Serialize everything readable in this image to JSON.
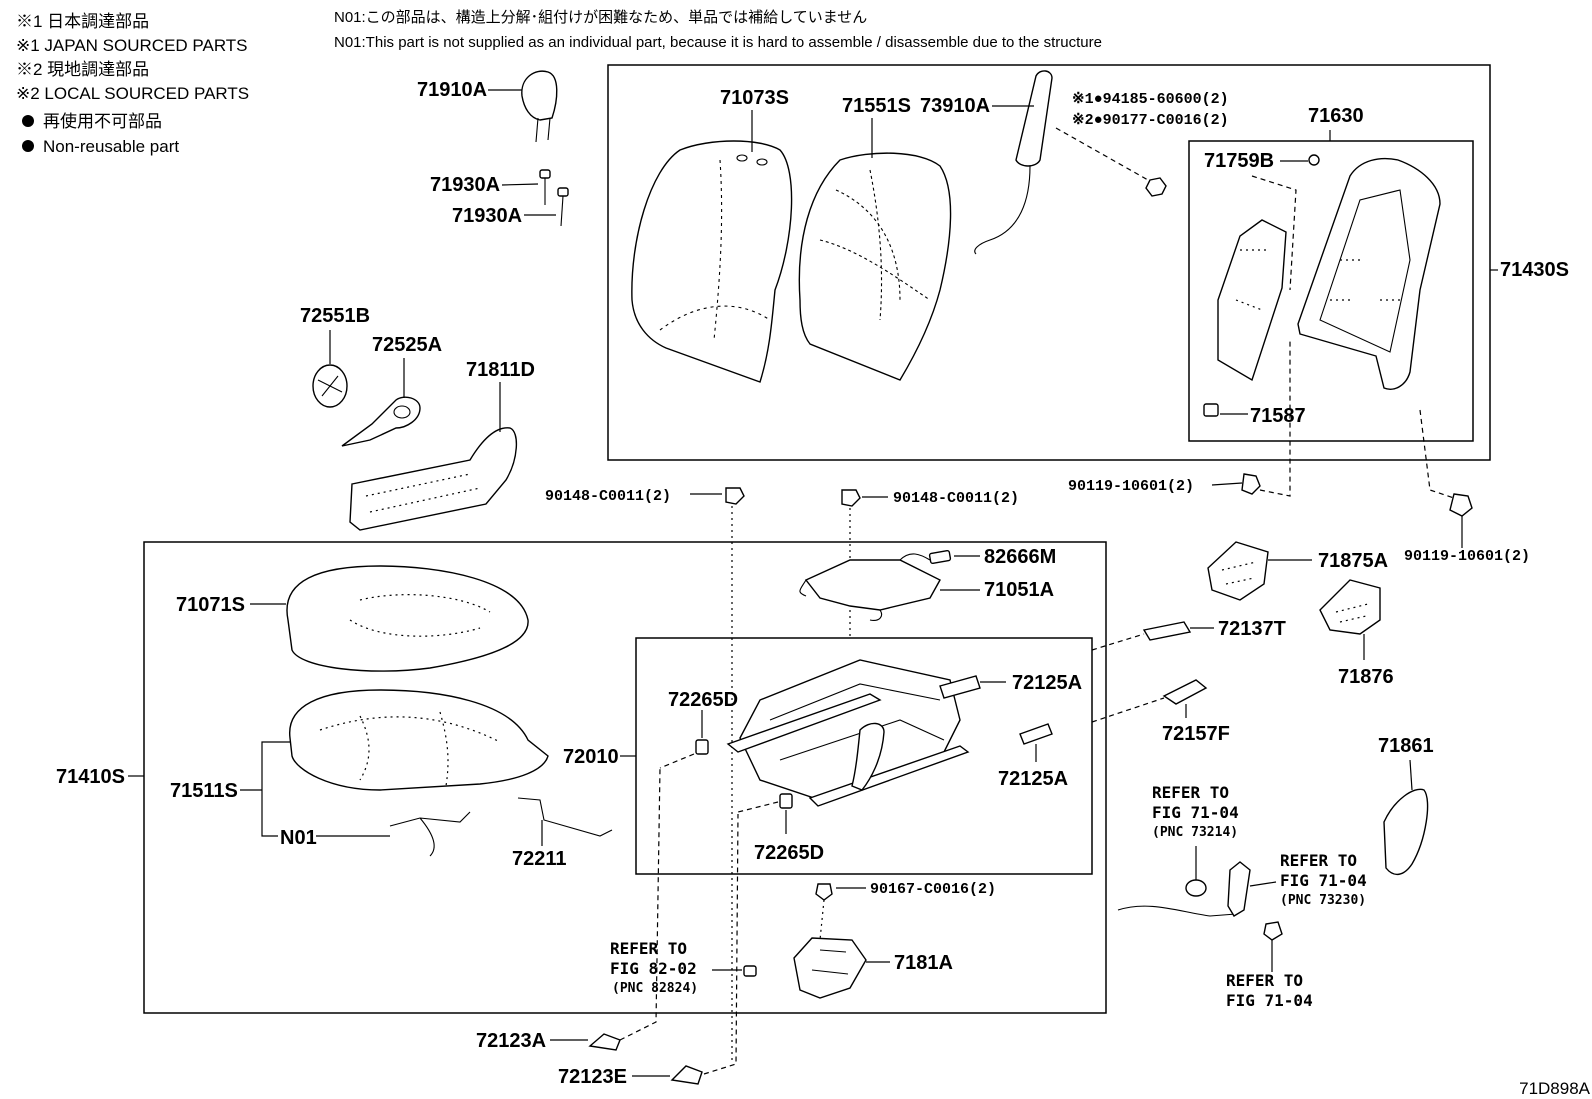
{
  "legend": {
    "japan_jp": "※1 日本調達部品",
    "japan_en": "※1 JAPAN SOURCED PARTS",
    "local_jp": "※2 現地調達部品",
    "local_en": "※2 LOCAL SOURCED PARTS",
    "nonreuse_jp": "再使用不可部品",
    "nonreuse_en": "Non-reusable part"
  },
  "notes": {
    "n01_jp": "N01:この部品は、構造上分解･組付けが困難なため、単品では補給していません",
    "n01_en": "N01:This part is not supplied as an individual part, because it is hard to assemble / disassemble due to the structure"
  },
  "parts": {
    "p71910A": "71910A",
    "p71930A_1": "71930A",
    "p71930A_2": "71930A",
    "p72551B": "72551B",
    "p72525A": "72525A",
    "p71811D": "71811D",
    "p71073S": "71073S",
    "p71551S": "71551S",
    "p73910A": "73910A",
    "p94185": "※1●94185-60600(2)",
    "p90177": "※2●90177-C0016(2)",
    "p71630": "71630",
    "p71759B": "71759B",
    "p71430S": "71430S",
    "p71587": "71587",
    "p90119a": "90119-10601(2)",
    "p90119b": "90119-10601(2)",
    "p90148a": "90148-C0011(2)",
    "p90148b": "90148-C0011(2)",
    "p82666M": "82666M",
    "p71051A": "71051A",
    "p71875A": "71875A",
    "p71876": "71876",
    "p72137T": "72137T",
    "p72125A_1": "72125A",
    "p72125A_2": "72125A",
    "p72157F": "72157F",
    "p71071S": "71071S",
    "p71410S": "71410S",
    "p71511S": "71511S",
    "pN01": "N01",
    "p72211": "72211",
    "p72265D_1": "72265D",
    "p72265D_2": "72265D",
    "p72010": "72010",
    "p71861": "71861",
    "p90167": "90167-C0016(2)",
    "p7181A": "7181A",
    "p72123A": "72123A",
    "p72123E": "72123E"
  },
  "refs": {
    "r1_l1": "REFER TO",
    "r1_l2": "FIG 71-04",
    "r1_l3": "(PNC 73214)",
    "r2_l1": "REFER TO",
    "r2_l2": "FIG 71-04",
    "r2_l3": "(PNC 73230)",
    "r3_l1": "REFER TO",
    "r3_l2": "FIG 71-04",
    "r4_l1": "REFER TO",
    "r4_l2": "FIG 82-02",
    "r4_l3": "(PNC 82824)"
  },
  "figure_code": "71D898A"
}
